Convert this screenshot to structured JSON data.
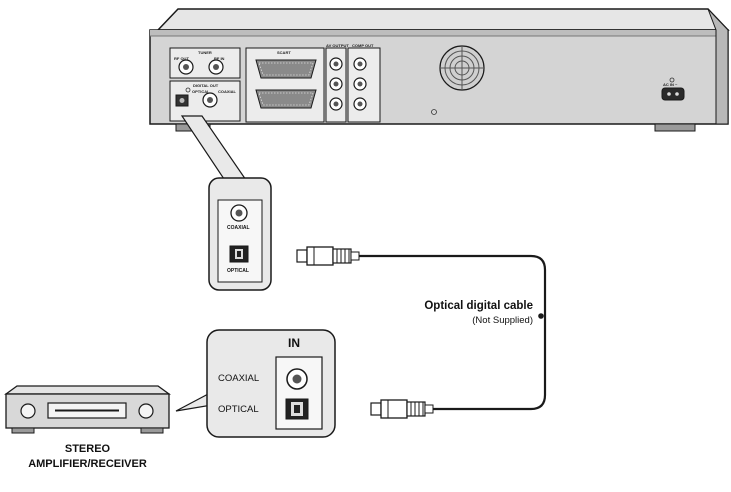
{
  "recorder": {
    "labels": {
      "tuner": "TUNER",
      "rf_out": "RF OUT",
      "rf_in": "RF IN",
      "digital_out": "DIGITAL OUT",
      "optical": "OPTICAL",
      "coaxial": "COAXIAL",
      "scart": "SCART",
      "av_output": "AV OUTPUT",
      "comp_out": "COMP OUT",
      "ac_in": "AC IN ~"
    }
  },
  "callout_top": {
    "coaxial": "COAXIAL",
    "optical": "OPTICAL"
  },
  "cable": {
    "name": "Optical digital cable",
    "note": "(Not Supplied)"
  },
  "callout_bottom": {
    "in": "IN",
    "coaxial": "COAXIAL",
    "optical": "OPTICAL"
  },
  "amplifier": {
    "line1": "STEREO",
    "line2": "AMPLIFIER/RECEIVER"
  },
  "colors": {
    "outline": "#1a1a1a",
    "panel": "#d6d6d6",
    "panel_dark": "#8c8c8c",
    "body_light": "#f0f0f0"
  }
}
